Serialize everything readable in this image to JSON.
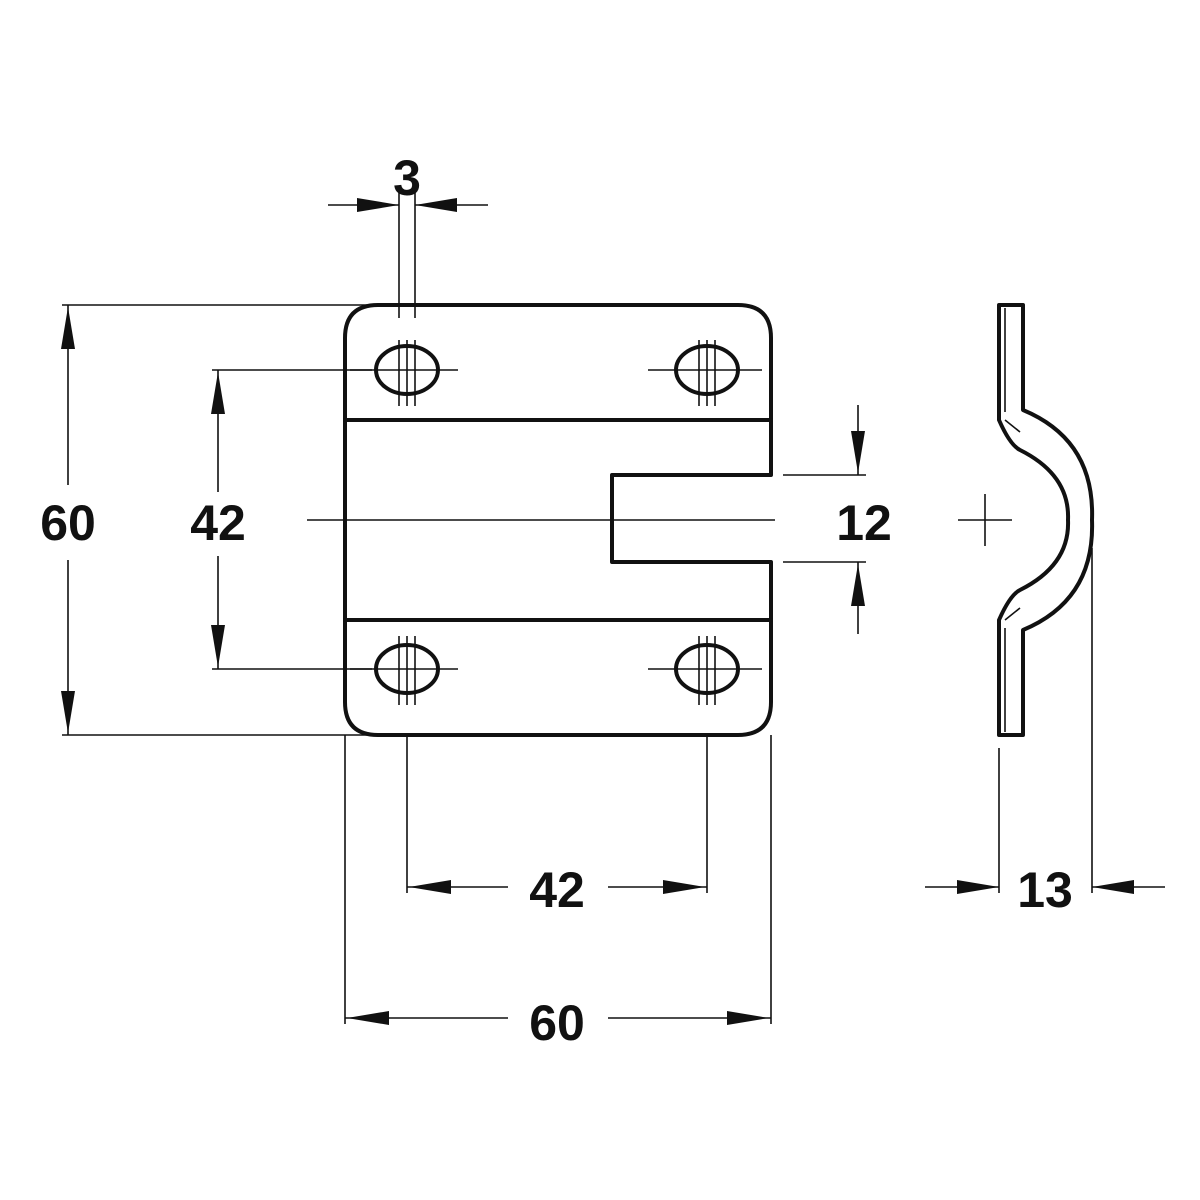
{
  "dimensions": {
    "slot_width": "3",
    "overall_height": "60",
    "hole_spacing_vertical": "42",
    "gap_width": "12",
    "hole_spacing_horizontal": "42",
    "overall_width": "60",
    "depth": "13"
  },
  "colors": {
    "line": "#111111",
    "background": "#ffffff"
  }
}
